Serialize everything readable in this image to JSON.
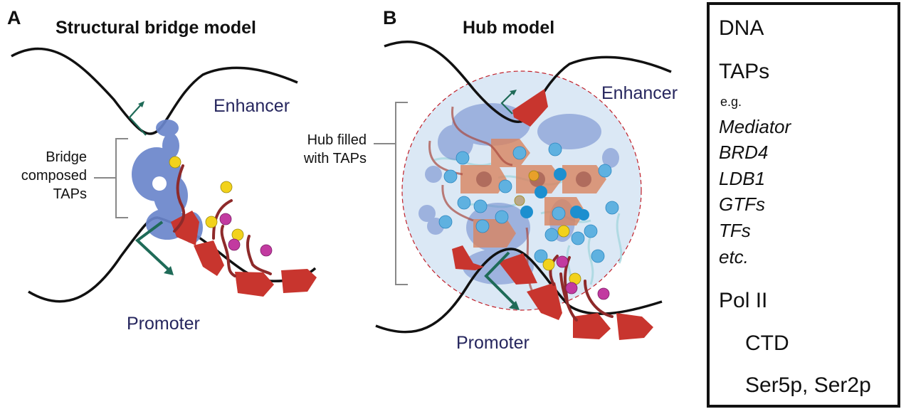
{
  "figure": {
    "panels": [
      {
        "letter": "A",
        "title": "Structural bridge model",
        "labels": {
          "enhancer": "Enhancer",
          "promoter": "Promoter",
          "bracket": [
            "Bridge",
            "composed",
            "TAPs"
          ]
        }
      },
      {
        "letter": "B",
        "title": "Hub model",
        "labels": {
          "enhancer": "Enhancer",
          "promoter": "Promoter",
          "bracket": [
            "Hub filled",
            "with TAPs"
          ]
        }
      }
    ],
    "legend": {
      "dna": "DNA",
      "taps": "TAPs",
      "eg": "e.g.",
      "examples": [
        "Mediator",
        "BRD4",
        "LDB1",
        "GTFs",
        "TFs",
        "etc."
      ],
      "pol2": "Pol II",
      "ctd": "CTD",
      "ser": "Ser5p, Ser2p"
    },
    "colors": {
      "dna": "#111111",
      "tap_protein": "#6b86cc",
      "tap_sphere": "#1d8fcf",
      "tap_linker": "#a9d8e0",
      "pol2": "#c8352e",
      "ctd": "#8e2a2a",
      "ser5p": "#f2d21c",
      "ser2p": "#c23aa0",
      "arrow": "#1f6b58",
      "hub_fill": "#dbe8f5",
      "hub_border": "#c0202a",
      "label_blue": "#26265e",
      "bracket": "#888888"
    }
  }
}
